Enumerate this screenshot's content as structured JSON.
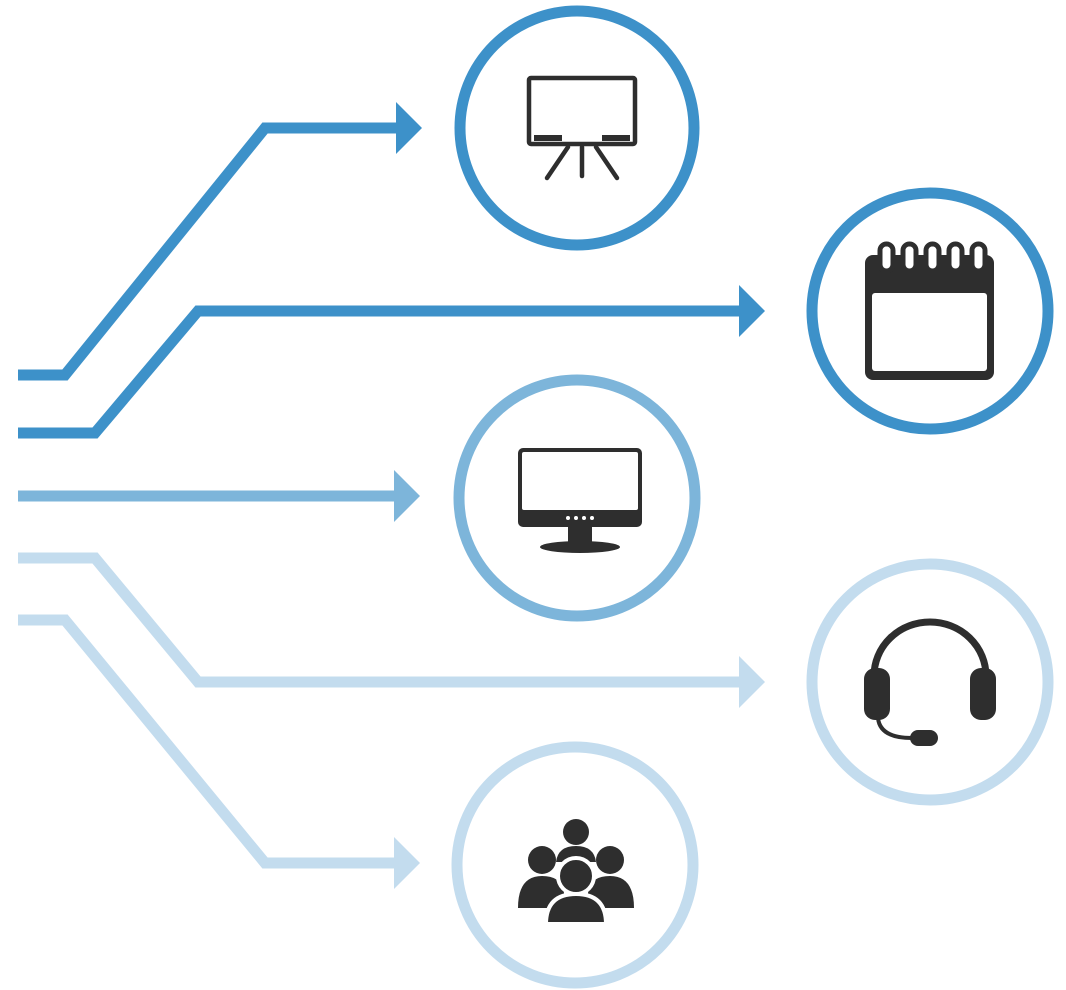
{
  "colors": {
    "tier_1": "#3d91c9",
    "tier_2": "#7db5da",
    "tier_3": "#c3dcee",
    "icon": "#2e2e2e"
  },
  "flows": [
    {
      "id": "presentation",
      "icon": "presentation-board-icon",
      "color_key": "tier_1"
    },
    {
      "id": "calendar",
      "icon": "calendar-icon",
      "color_key": "tier_1"
    },
    {
      "id": "monitor",
      "icon": "monitor-icon",
      "color_key": "tier_2"
    },
    {
      "id": "headset",
      "icon": "headset-icon",
      "color_key": "tier_3"
    },
    {
      "id": "team",
      "icon": "group-people-icon",
      "color_key": "tier_3"
    }
  ]
}
